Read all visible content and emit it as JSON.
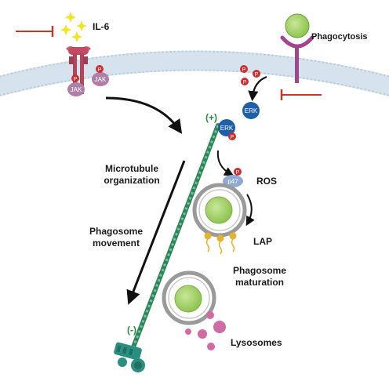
{
  "labels": {
    "il6": "IL-6",
    "phagocytosis": "Phagocytosis",
    "jak_left": "JAK",
    "jak_right": "JAK",
    "erk_upper": "ERK",
    "erk_lower": "ERK",
    "p47": "p47",
    "p": "P",
    "ros": "ROS",
    "lap": "LAP",
    "plus_end": "(+)",
    "minus_end": "(-)",
    "microtubule_organization_line1": "Microtubule",
    "microtubule_organization_line2": "organization",
    "phagosome_movement_line1": "Phagosome",
    "phagosome_movement_line2": "movement",
    "phagosome_maturation_line1": "Phagosome",
    "phagosome_maturation_line2": "maturation",
    "lysosomes": "Lysosomes"
  },
  "colors": {
    "membrane": "#c9d9e8",
    "membrane_dot": "#b7cadb",
    "inhibition": "#c0392b",
    "receptor": "#b5435a",
    "jak": "#b07fa8",
    "phospho": "#cc2f2f",
    "erk": "#1e5fa8",
    "p47": "#8fa9d4",
    "microtubule": "#3c9a68",
    "phagosome_core": "#a9d46b",
    "phagosome_ring": "#9a9a9a",
    "lap_bead": "#e7b22b",
    "lysosome": "#d26aa4",
    "il6_star": "#f1e51f",
    "phago_receptor": "#a0468f",
    "centrosome": "#1f6f63"
  }
}
